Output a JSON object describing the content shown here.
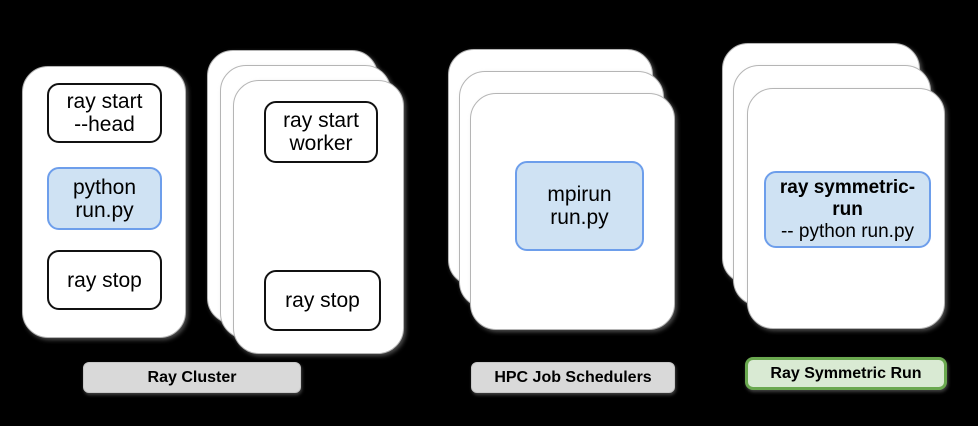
{
  "diagram": {
    "background_color": "#000000",
    "card_color": "#ffffff",
    "card_border_color": "#b5b5b5",
    "highlight_fill_color": "#cfe2f3",
    "highlight_border_color": "#6d9eeb",
    "plain_border_color": "#111111",
    "gray_label_fill_color": "#d9d9d9",
    "green_label_fill_color": "#d9ead3",
    "green_label_border_color": "#6aa84f",
    "groups": [
      {
        "id": "ray-cluster-head-node",
        "commands": [
          {
            "text": "ray start\n--head",
            "style": "plain"
          },
          {
            "text": "python\nrun.py",
            "style": "highlight"
          },
          {
            "text": "ray stop",
            "style": "plain"
          }
        ]
      },
      {
        "id": "ray-cluster-worker-nodes",
        "stacked": true,
        "commands": [
          {
            "text": "ray start\nworker",
            "style": "plain"
          },
          {
            "text": "ray stop",
            "style": "plain"
          }
        ]
      },
      {
        "id": "hpc-job-scheduler-nodes",
        "stacked": true,
        "commands": [
          {
            "text": "mpirun\nrun.py",
            "style": "highlight"
          }
        ]
      },
      {
        "id": "ray-symmetric-run-nodes",
        "stacked": true,
        "commands": [
          {
            "text_bold": "ray symmetric-run",
            "text": "-- python run.py",
            "style": "highlight"
          }
        ]
      }
    ],
    "labels": [
      {
        "text": "Ray Cluster",
        "variant": "gray"
      },
      {
        "text": "HPC Job Schedulers",
        "variant": "gray"
      },
      {
        "text": "Ray Symmetric Run",
        "variant": "green"
      }
    ]
  }
}
